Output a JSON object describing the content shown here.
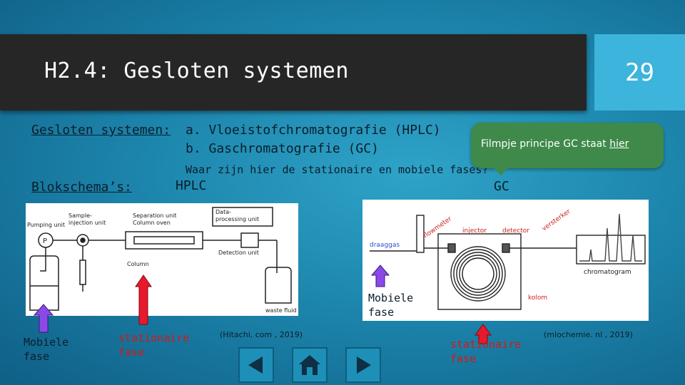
{
  "slide": {
    "title": "H2.4: Gesloten systemen",
    "number": "29"
  },
  "intro": {
    "label": "Gesloten systemen:",
    "item_a": "a. Vloeistofchromatografie (HPLC)",
    "item_b": "b. Gaschromatografie (GC)",
    "question": "Waar zijn hier de stationaire en mobiele fases?"
  },
  "block": {
    "label": "Blokschema’s:",
    "hplc_title": "HPLC",
    "gc_title": "GC"
  },
  "bubble": {
    "text": "Filmpje principe GC staat ",
    "link": "hier"
  },
  "hplc_diagram": {
    "pumping_unit": "Pumping unit",
    "sample_injection": "Sample-",
    "sample_injection2": "injection unit",
    "separation": "Separation unit",
    "column_oven": "Column oven",
    "data_processing": "Data-",
    "data_processing2": "processing unit",
    "detection": "Detection unit",
    "column": "Column",
    "waste": "waste fluid",
    "pump": "P"
  },
  "gc_diagram": {
    "draaggas": "draaggas",
    "flowmeter": "flowmeter",
    "injector": "injector",
    "detector": "detector",
    "versterker": "versterker",
    "kolom": "kolom",
    "chromatogram": "chromatogram"
  },
  "annotations": {
    "hplc_mobile": "Mobiele fase",
    "hplc_stationary": "stationaire fase",
    "gc_mobile": "Mobiele fase",
    "gc_stationary": "stationaire fase"
  },
  "sources": {
    "hplc": "(Hitachi. com , 2019)",
    "gc": "(mlochemie. nl , 2019)"
  },
  "nav": {
    "prev": "previous-icon",
    "home": "home-icon",
    "next": "next-icon"
  },
  "colors": {
    "title_bar": "#262626",
    "slide_number_bg": "#3db4dc",
    "bubble_bg": "#3f8a4a",
    "arrow_red": "#e8192c",
    "arrow_purple": "#8b49e8",
    "label_red": "#d21a1a"
  }
}
